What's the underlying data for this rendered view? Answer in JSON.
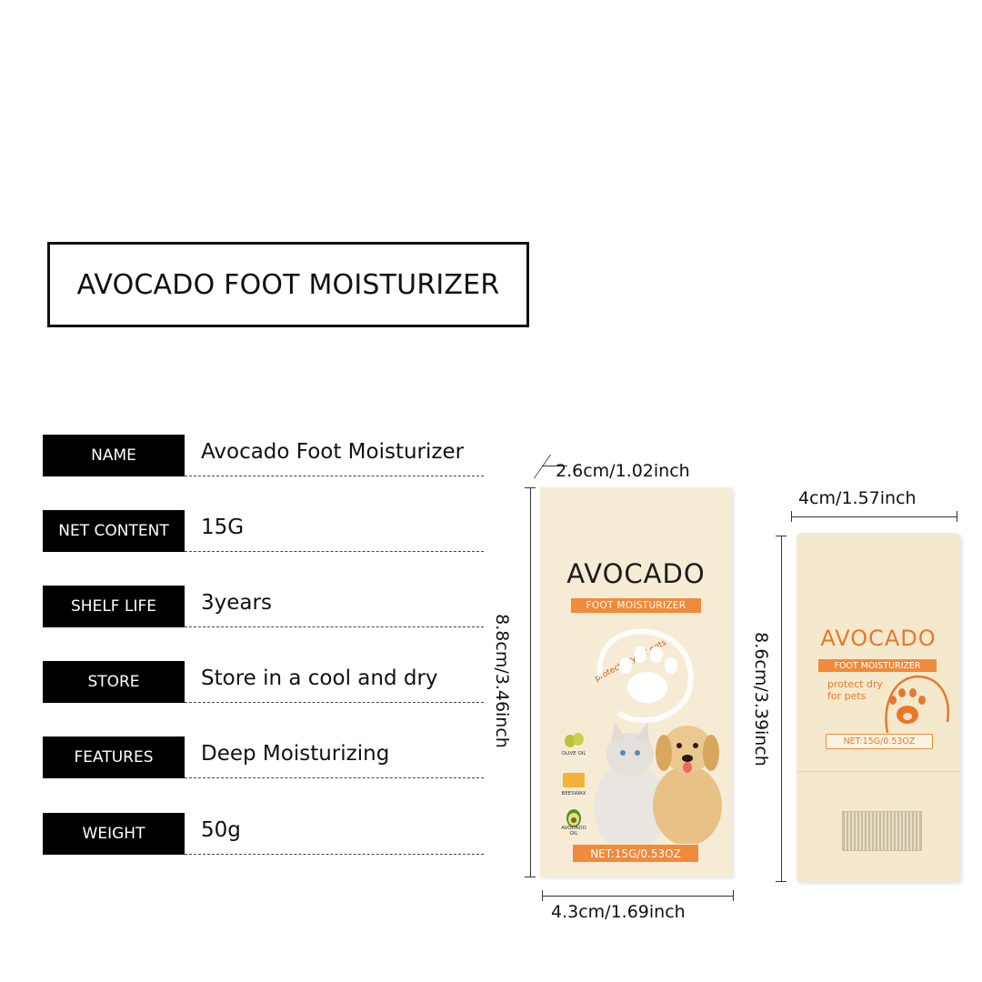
{
  "title": "AVOCADO FOOT MOISTURIZER",
  "specs": [
    {
      "label": "NAME",
      "value": "Avocado Foot Moisturizer"
    },
    {
      "label": "NET  CONTENT",
      "value": "15G"
    },
    {
      "label": "SHELF LIFE",
      "value": "3years"
    },
    {
      "label": "STORE",
      "value": "Store in a cool and dry"
    },
    {
      "label": "FEATURES",
      "value": "Deep Moisturizing"
    },
    {
      "label": "WEIGHT",
      "value": "50g"
    }
  ],
  "box": {
    "depth": "2.6cm/1.02inch",
    "height": "8.8cm/3.46inch",
    "width": "4.3cm/1.69inch",
    "brand": "AVOCADO",
    "subtitle": "FOOT MOISTURIZER",
    "tagline": "protect dry for pets",
    "net": "NET:15G/0.53OZ",
    "ingredients": [
      "OLIVE OIL",
      "BEESWAX",
      "AVOCADO OIL"
    ]
  },
  "stick": {
    "width": "4cm/1.57inch",
    "height": "8.6cm/3.39inch",
    "brand": "AVOCADO",
    "subtitle": "FOOT MOISTURIZER",
    "tagline": "protect dry for pets",
    "net": "NET:15G/0.53OZ"
  },
  "colors": {
    "accent": "#f08a3c",
    "package": "#f6ecd6",
    "label_bg": "#000000"
  }
}
